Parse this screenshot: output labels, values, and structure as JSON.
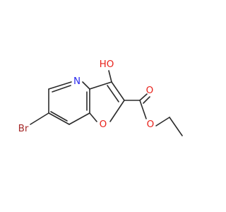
{
  "molecule": {
    "atoms": {
      "hydroxyl": "HO",
      "ring_nitrogen": "N",
      "furan_oxygen": "O",
      "carbonyl_oxygen": "O",
      "ester_oxygen": "O",
      "bromine": "Br"
    }
  },
  "colors": {
    "bond": "#2b2b2b",
    "oxygen": "#e8221b",
    "nitrogen": "#2a2aee",
    "bromine": "#a52a2a"
  }
}
